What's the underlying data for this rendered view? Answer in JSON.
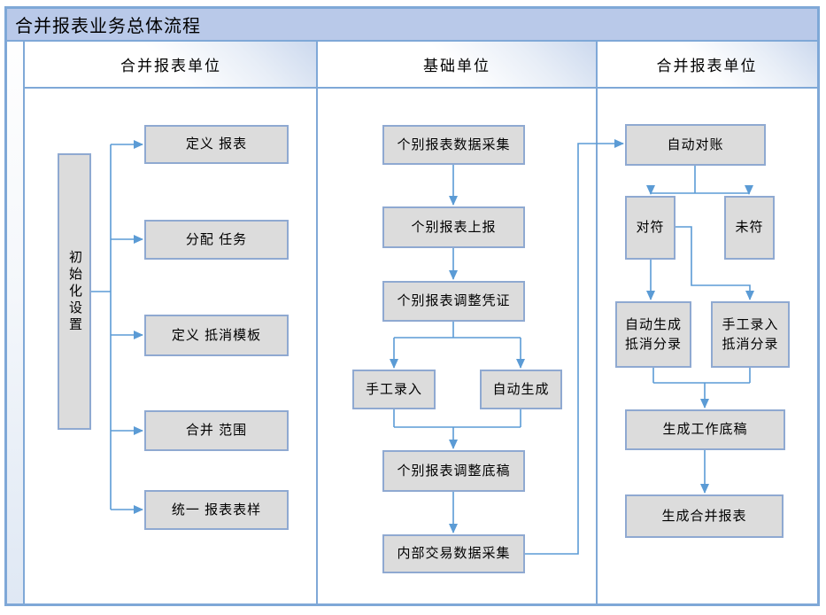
{
  "title": "合并报表业务总体流程",
  "lanes": {
    "left": {
      "header": "合并报表单位"
    },
    "middle": {
      "header": "基础单位"
    },
    "right": {
      "header": "合并报表单位"
    }
  },
  "nodes": {
    "init": "初始化设置",
    "define_report": "定义 报表",
    "assign_task": "分配 任务",
    "define_elim_template": "定义 抵消模板",
    "consolidation_scope": "合并 范围",
    "unified_report_style": "统一 报表表样",
    "individual_data_collect": "个别报表数据采集",
    "individual_submit": "个别报表上报",
    "individual_adjust_voucher": "个别报表调整凭证",
    "manual_entry": "手工录入",
    "auto_generate": "自动生成",
    "individual_adjust_draft": "个别报表调整底稿",
    "internal_trade_collect": "内部交易数据采集",
    "auto_reconcile": "自动对账",
    "matched": "对符",
    "unmatched": "未符",
    "auto_elim_entry": "自动生成\n抵消分录",
    "manual_elim_entry": "手工录入\n抵消分录",
    "gen_working_paper": "生成工作底稿",
    "gen_consolidated_report": "生成合并报表"
  },
  "colors": {
    "frame_border": "#7fa8d7",
    "title_band_fill": "#b9c9e9",
    "lane_header_tint": "#ccd9ee",
    "box_fill": "#dcdcdc",
    "box_border": "#8fa9d1",
    "connector": "#5b9bd5"
  }
}
